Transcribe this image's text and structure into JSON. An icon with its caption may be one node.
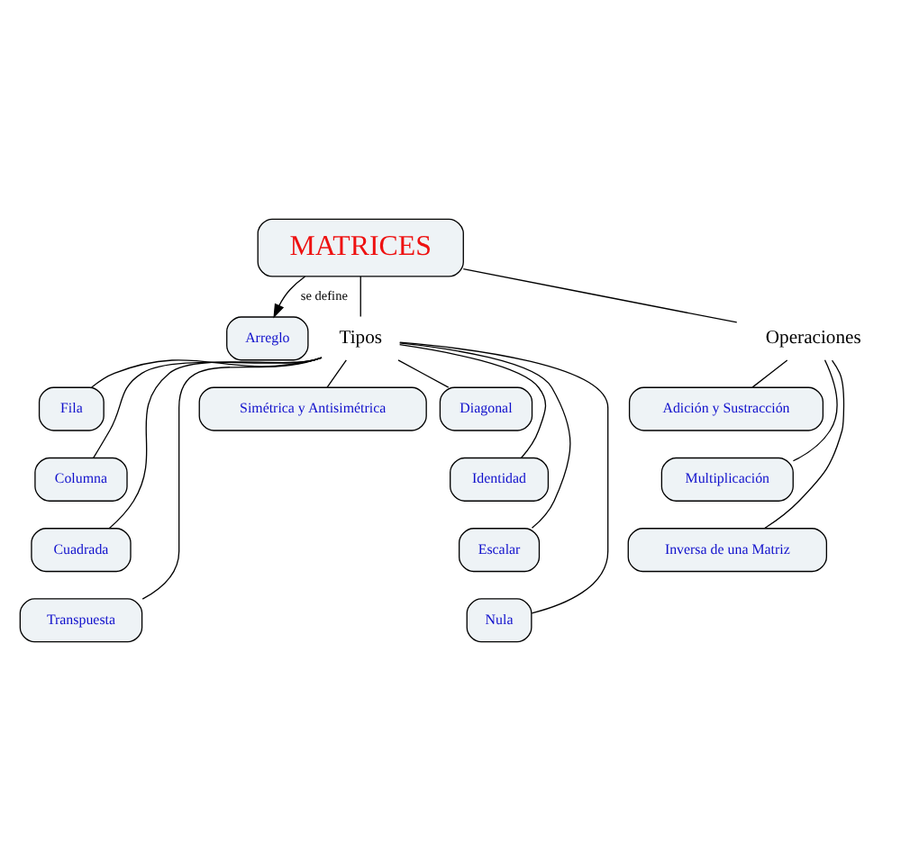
{
  "diagram": {
    "nodes": [
      {
        "text": [
          "MATRICES"
        ]
      },
      {
        "text": [
          "Arreglo"
        ]
      },
      {
        "text": [
          "Tipos"
        ]
      },
      {
        "text": [
          "Operaciones"
        ]
      },
      {
        "text": [
          "Fila"
        ]
      },
      {
        "text": [
          "Columna"
        ]
      },
      {
        "text": [
          "Cuadrada"
        ]
      },
      {
        "text": [
          "Transpuesta"
        ]
      },
      {
        "text": [
          "Simétrica y Antisimétrica"
        ]
      },
      {
        "text": [
          "Diagonal"
        ]
      },
      {
        "text": [
          "Identidad"
        ]
      },
      {
        "text": [
          "Escalar"
        ]
      },
      {
        "text": [
          "Nula"
        ]
      },
      {
        "text": [
          "Adición y Sustracción"
        ]
      },
      {
        "text": [
          "Multiplicación"
        ]
      },
      {
        "text": [
          "Inversa de una Matriz"
        ]
      }
    ],
    "edges": [
      {
        "from": 0,
        "to": 1,
        "arrow": "to",
        "label": "se define"
      },
      {
        "from": 0,
        "to": 2,
        "arrow": "none"
      },
      {
        "from": 0,
        "to": 3,
        "arrow": "none"
      },
      {
        "from": 2,
        "to": 4,
        "arrow": "none"
      },
      {
        "from": 2,
        "to": 5,
        "arrow": "none"
      },
      {
        "from": 2,
        "to": 6,
        "arrow": "none"
      },
      {
        "from": 2,
        "to": 7,
        "arrow": "none"
      },
      {
        "from": 2,
        "to": 8,
        "arrow": "none"
      },
      {
        "from": 2,
        "to": 9,
        "arrow": "none"
      },
      {
        "from": 2,
        "to": 10,
        "arrow": "none"
      },
      {
        "from": 2,
        "to": 11,
        "arrow": "none"
      },
      {
        "from": 2,
        "to": 12,
        "arrow": "none"
      },
      {
        "from": 3,
        "to": 13,
        "arrow": "none"
      },
      {
        "from": 3,
        "to": 14,
        "arrow": "none"
      },
      {
        "from": 3,
        "to": 15,
        "arrow": "none"
      }
    ]
  }
}
